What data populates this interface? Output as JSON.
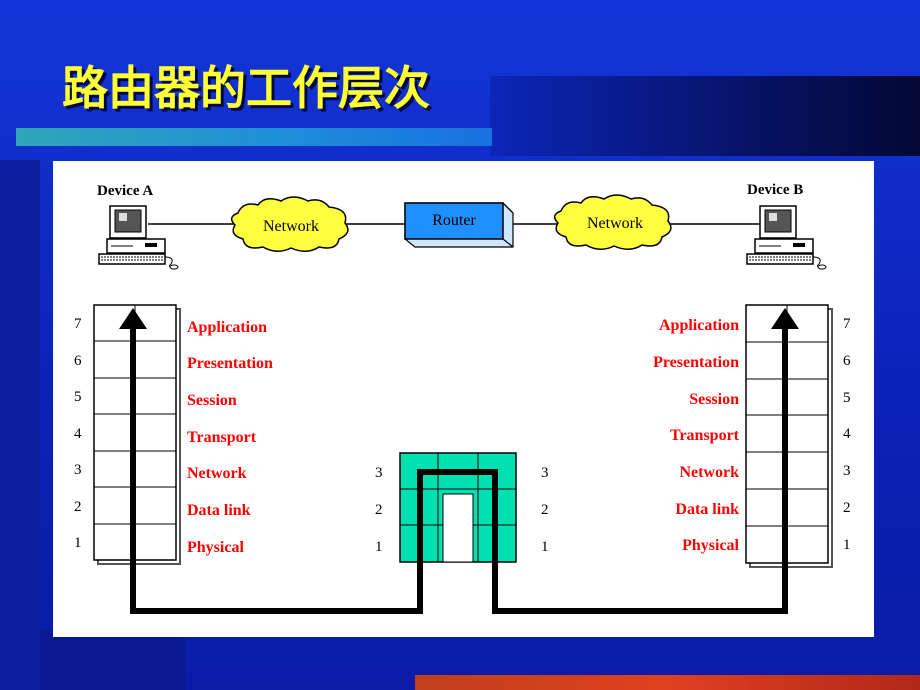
{
  "slide": {
    "title": "路由器的工作层次"
  },
  "diagram": {
    "device_a": "Device A",
    "device_b": "Device B",
    "cloud_left": "Network",
    "cloud_right": "Network",
    "router": "Router",
    "layers": [
      {
        "num": "7",
        "name": "Application"
      },
      {
        "num": "6",
        "name": "Presentation"
      },
      {
        "num": "5",
        "name": "Session"
      },
      {
        "num": "4",
        "name": "Transport"
      },
      {
        "num": "3",
        "name": "Network"
      },
      {
        "num": "2",
        "name": "Data link"
      },
      {
        "num": "1",
        "name": "Physical"
      }
    ],
    "router_layers": [
      "3",
      "2",
      "1"
    ],
    "colors": {
      "layer_label": "#ff0000",
      "router_fill": "#00e0b0",
      "cloud_fill": "#ffff40",
      "router_box": "#1e90ff"
    }
  }
}
